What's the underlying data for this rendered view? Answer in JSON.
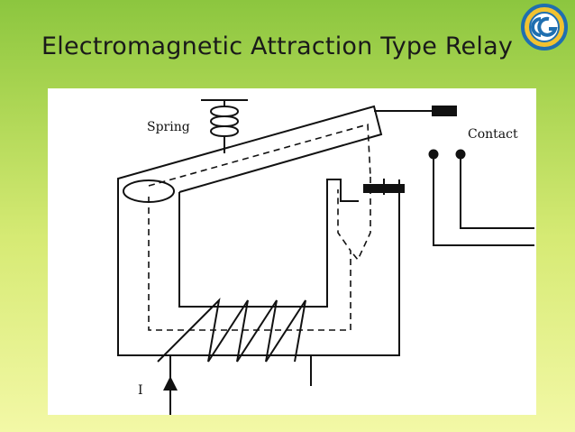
{
  "slide": {
    "title": "Electromagnetic Attraction Type Relay"
  },
  "logo": {
    "icon": "cg-badge-logo",
    "colors": {
      "ring": "#1f6fb0",
      "fill": "#f2c230"
    }
  },
  "diagram": {
    "labels": {
      "spring": "Spring",
      "contact": "Contact",
      "current": "I"
    },
    "colors": {
      "line": "#111111",
      "background": "#ffffff"
    }
  }
}
